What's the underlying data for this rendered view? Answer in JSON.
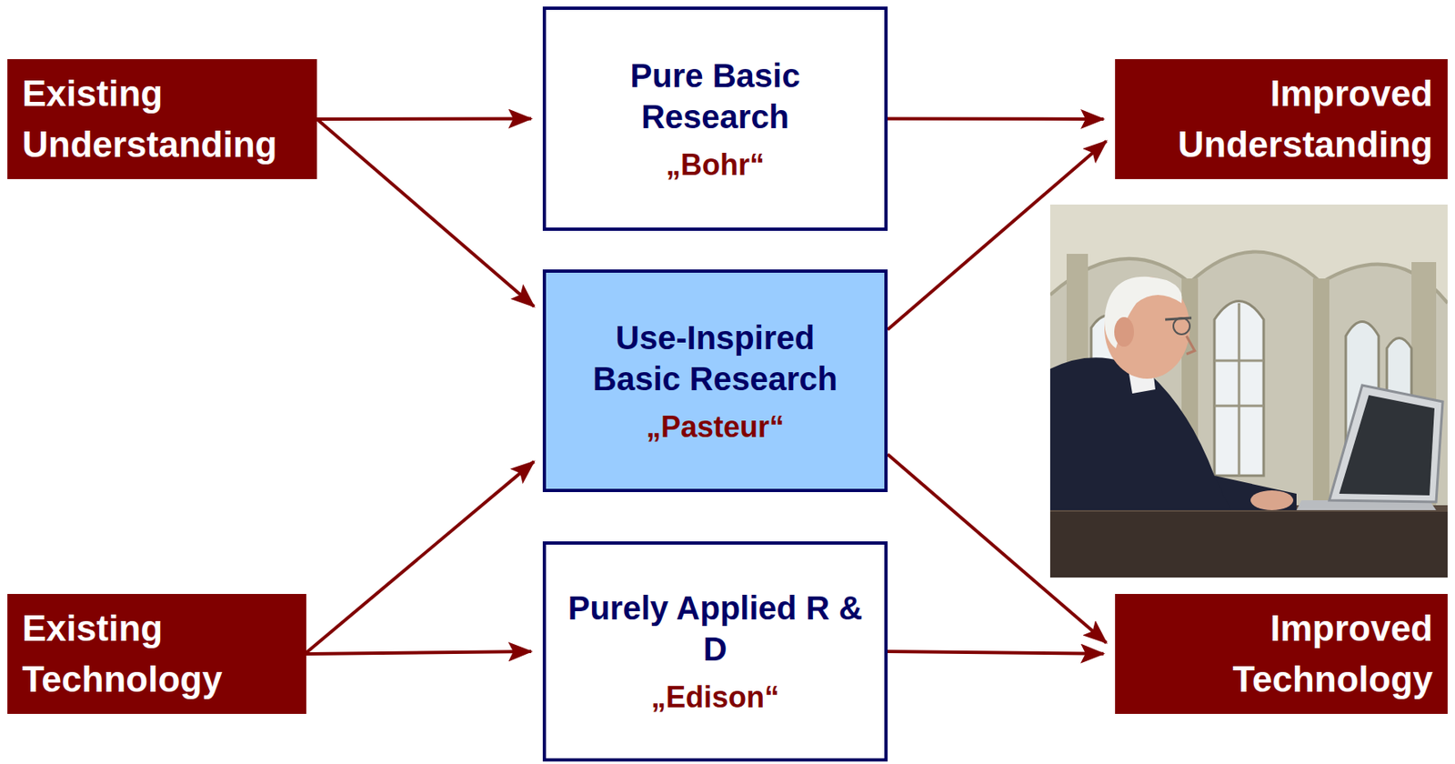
{
  "diagram": {
    "nodes": [
      {
        "text": [
          "Existing Understanding"
        ]
      },
      {
        "text": [
          "Pure Basic Research",
          "„Bohr“"
        ]
      },
      {
        "text": [
          "Improved Understanding"
        ]
      },
      {
        "text": [
          "Use-Inspired Basic Research",
          "„Pasteur“"
        ]
      },
      {
        "text": [
          "Existing Technology"
        ]
      },
      {
        "text": [
          "Purely Applied R & D",
          "„Edison“"
        ]
      },
      {
        "text": [
          "Improved Technology"
        ]
      }
    ],
    "edges": [
      {
        "from": 0,
        "to": 1,
        "arrow": "to"
      },
      {
        "from": 0,
        "to": 3,
        "arrow": "to"
      },
      {
        "from": 1,
        "to": 2,
        "arrow": "to"
      },
      {
        "from": 3,
        "to": 2,
        "arrow": "to"
      },
      {
        "from": 4,
        "to": 3,
        "arrow": "to"
      },
      {
        "from": 4,
        "to": 5,
        "arrow": "to"
      },
      {
        "from": 3,
        "to": 6,
        "arrow": "to"
      },
      {
        "from": 5,
        "to": 6,
        "arrow": "to"
      }
    ]
  }
}
